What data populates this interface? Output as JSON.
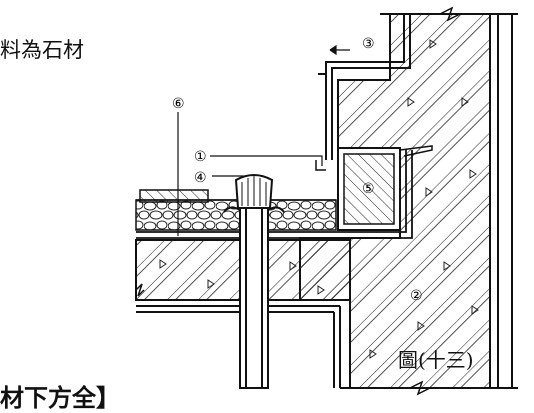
{
  "captions": {
    "top": "料為石材",
    "figure": "圖(十三)",
    "bottom": "材下方全】"
  },
  "callouts": [
    {
      "id": "1",
      "glyph": "①"
    },
    {
      "id": "2",
      "glyph": "②"
    },
    {
      "id": "3",
      "glyph": "③"
    },
    {
      "id": "4",
      "glyph": "④"
    },
    {
      "id": "5",
      "glyph": "⑤"
    },
    {
      "id": "6",
      "glyph": "⑥"
    }
  ],
  "colors": {
    "ink": "#111111",
    "paper": "#ffffff"
  }
}
